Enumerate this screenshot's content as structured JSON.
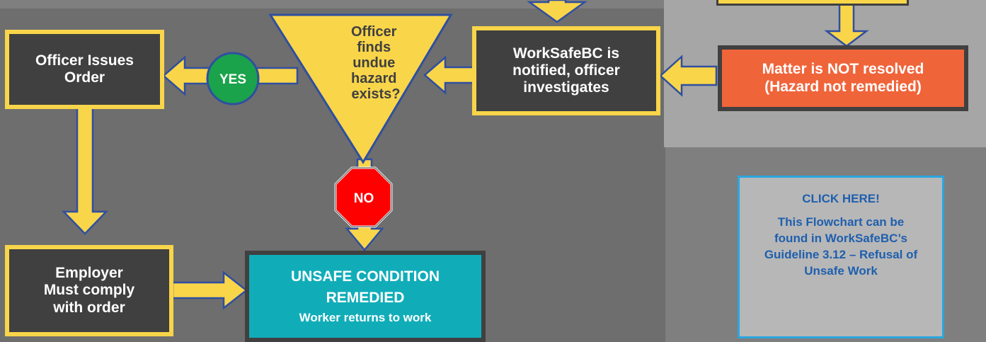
{
  "nodes": {
    "officer_issues_order": "Officer Issues Order",
    "decision": [
      "Officer",
      "finds",
      "undue",
      "hazard",
      "exists?"
    ],
    "worksafebc_notified": "WorkSafeBC is notified, officer investigates",
    "matter_not_resolved": [
      "Matter is NOT resolved",
      "(Hazard not remedied)"
    ],
    "employer_comply": "Employer Must comply with order",
    "unsafe_condition": [
      "UNSAFE CONDITION",
      "REMEDIED",
      "Worker returns to work"
    ]
  },
  "labels": {
    "yes": "YES",
    "no": "NO"
  },
  "note": {
    "title": "CLICK HERE!",
    "body": "This Flowchart can be found in WorkSafeBC’s Guideline 3.12 – Refusal of Unsafe Work"
  },
  "colors": {
    "background": "#7f7f7f",
    "panel_dark": "#6e6e6e",
    "panel_light": "#a6a6a6",
    "arrow_fill": "#f9d54a",
    "arrow_stroke": "#2f4fa0",
    "box_dark": "#404040",
    "box_red": "#f0643a",
    "box_teal": "#10adb9",
    "yes_circle": "#1aa34a",
    "no_octagon": "#ff0000",
    "note_text": "#1f5fae"
  }
}
